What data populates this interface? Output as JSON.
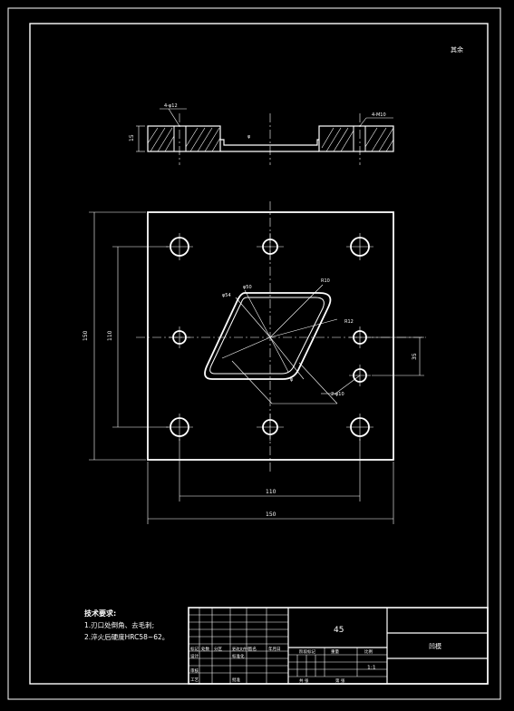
{
  "drawing": {
    "corner_note": "其余",
    "notes_title": "技术要求:",
    "notes": [
      "1.刃口处倒角、去毛刺;",
      "2.淬火后硬度HRC58~62。"
    ]
  },
  "section_view": {
    "label_left": "4-φ12",
    "label_right": "4-M10",
    "label_height": "15",
    "label_center": "φ"
  },
  "plan_view": {
    "dim_left_outer": "150",
    "dim_left_inner": "110",
    "dim_bottom_inner": "110",
    "dim_bottom_outer": "150",
    "dim_right": "35",
    "label_hole_r": "2-φ10",
    "label_phi_a": "φ54",
    "label_phi_b": "φ50",
    "label_r_top": "R10",
    "label_r_right": "R12",
    "label_center": "φ"
  },
  "title_block": {
    "scale": "1:1",
    "part_name": "凹模",
    "material": "45",
    "rows": [
      [
        "标记",
        "处数",
        "分区",
        "更改文件号",
        "签名",
        "年月日"
      ],
      [
        "设计",
        "",
        "",
        "标准化",
        "",
        ""
      ],
      [
        "审核",
        "",
        "",
        "",
        "",
        ""
      ],
      [
        "工艺",
        "",
        "",
        "批准",
        "",
        ""
      ]
    ],
    "stage_label": "阶段标记",
    "weight_label": "重量",
    "ratio_label": "比例",
    "sheet_a": "共 张",
    "sheet_b": "第 张"
  }
}
